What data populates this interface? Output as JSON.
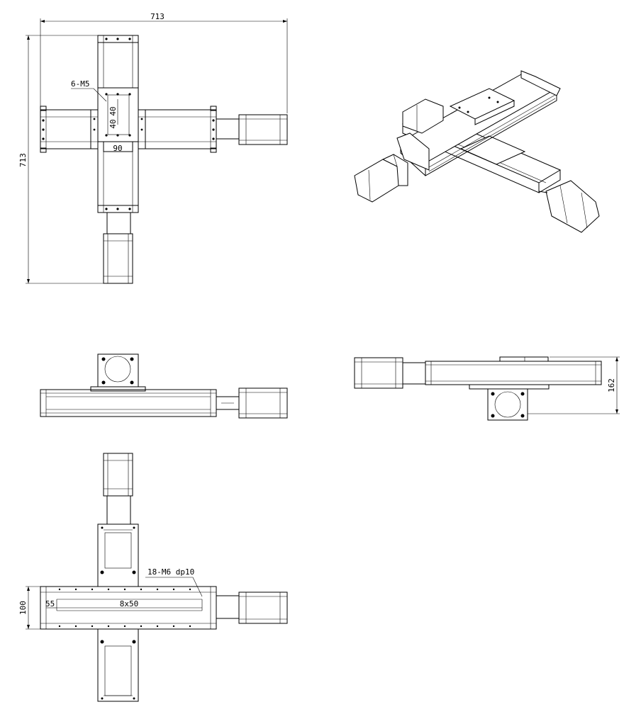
{
  "dimensions": {
    "top_width": "713",
    "top_height": "713",
    "carriage_holes": "6-M5",
    "carriage_pitch_a": "40",
    "carriage_pitch_b": "40",
    "carriage_width": "90",
    "side_height": "162",
    "base_holes": "18-M6 dp10",
    "hole_offset": "55",
    "hole_spacing": "8x50",
    "base_width": "100"
  }
}
